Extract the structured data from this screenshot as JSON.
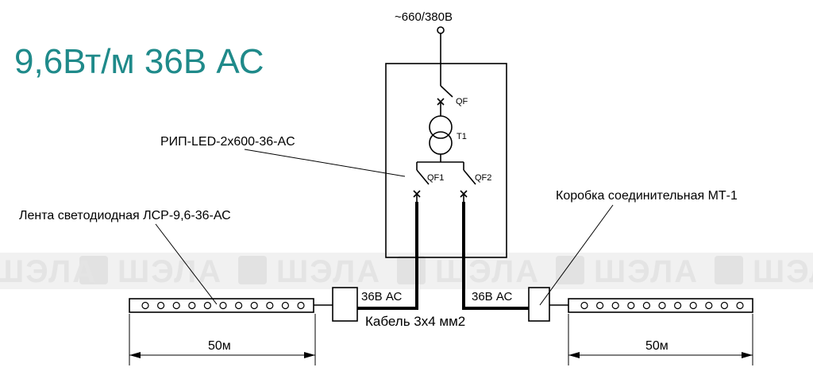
{
  "title": "9,6Вт/м 36В АС",
  "supply": "~660/380В",
  "device_label": "РИП-LED-2x600-36-AC",
  "breaker_main": "QF",
  "transformer": "T1",
  "breaker_1": "QF1",
  "breaker_2": "QF2",
  "strip_label": "Лента светодиодная ЛСР-9,6-36-АС",
  "junction_label": "Коробка соединительная МТ-1",
  "voltage_left": "36В АС",
  "voltage_right": "36В АС",
  "cable_label": "Кабель 3х4 мм2",
  "length_left": "50м",
  "length_right": "50м",
  "watermark": "ШЭЛА",
  "colors": {
    "title": "#1f8a8a",
    "line": "#000000",
    "watermark": "#e6e6e6"
  }
}
